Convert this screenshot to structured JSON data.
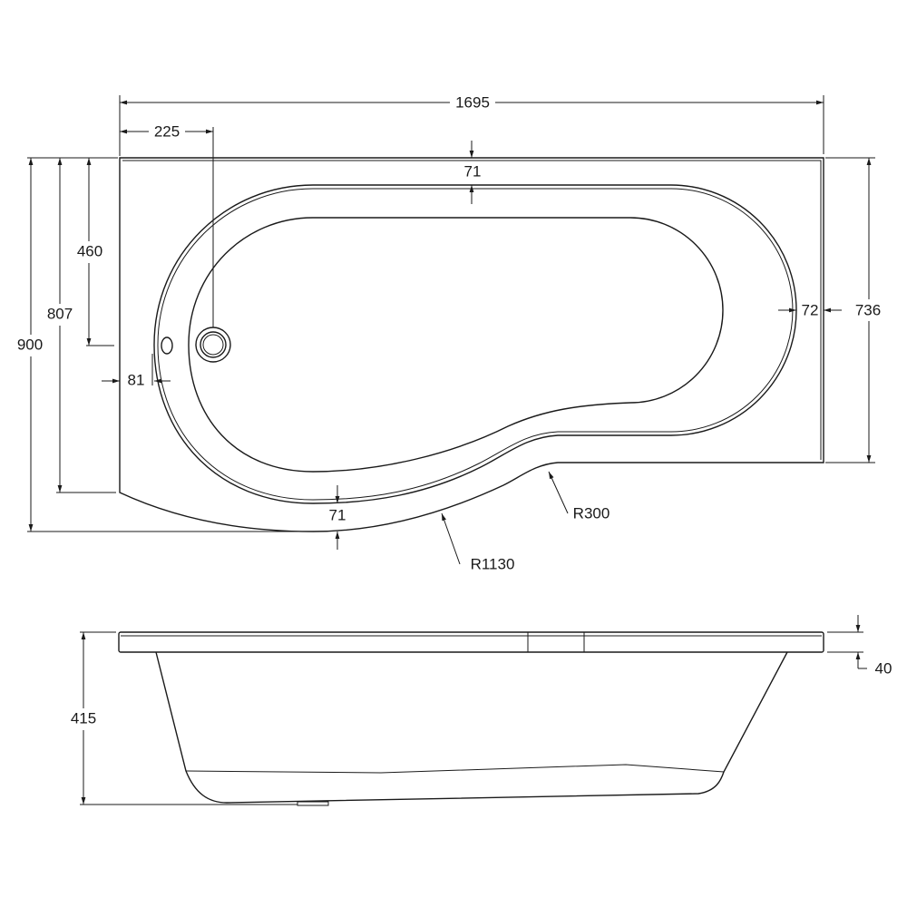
{
  "plan_view": {
    "dimensions": {
      "overall_length": "1695",
      "waste_offset": "225",
      "rim_top": "71",
      "waste_from_top": "460",
      "left_edge_height": "807",
      "overall_width": "900",
      "rim_left": "81",
      "rim_right": "72",
      "right_edge_height": "736",
      "rim_bottom": "71",
      "radius_small": "R300",
      "radius_large": "R1130"
    }
  },
  "elevation_view": {
    "dimensions": {
      "overall_height": "415",
      "rim_thickness": "40"
    }
  },
  "colors": {
    "line": "#1a1a1a",
    "background": "#ffffff"
  }
}
